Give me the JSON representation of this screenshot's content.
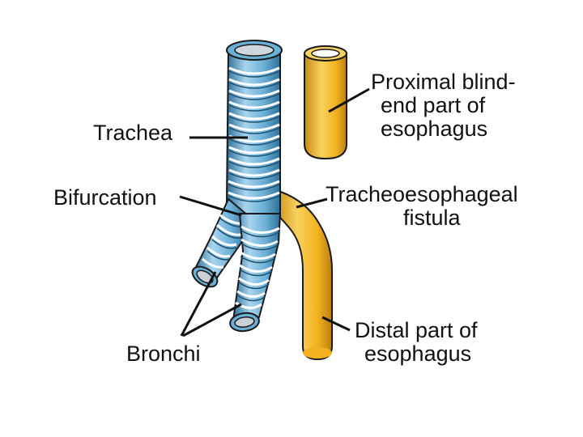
{
  "labels": {
    "trachea": "Trachea",
    "bifurcation": "Bifurcation",
    "bronchi": "Bronchi",
    "proximal": [
      "Proximal blind-",
      "end part of",
      "esophagus"
    ],
    "fistula": [
      "Tracheoesophageal",
      "fistula"
    ],
    "distal": [
      "Distal part of",
      "esophagus"
    ]
  },
  "colors": {
    "trachea_fill": "#6aafd6",
    "trachea_light": "#a9d4ee",
    "trachea_dark": "#2d6f98",
    "esophagus_fill": "#f2b21f",
    "esophagus_light": "#f8d25e",
    "esophagus_dark": "#b97f10",
    "outline": "#1a1a1a"
  }
}
